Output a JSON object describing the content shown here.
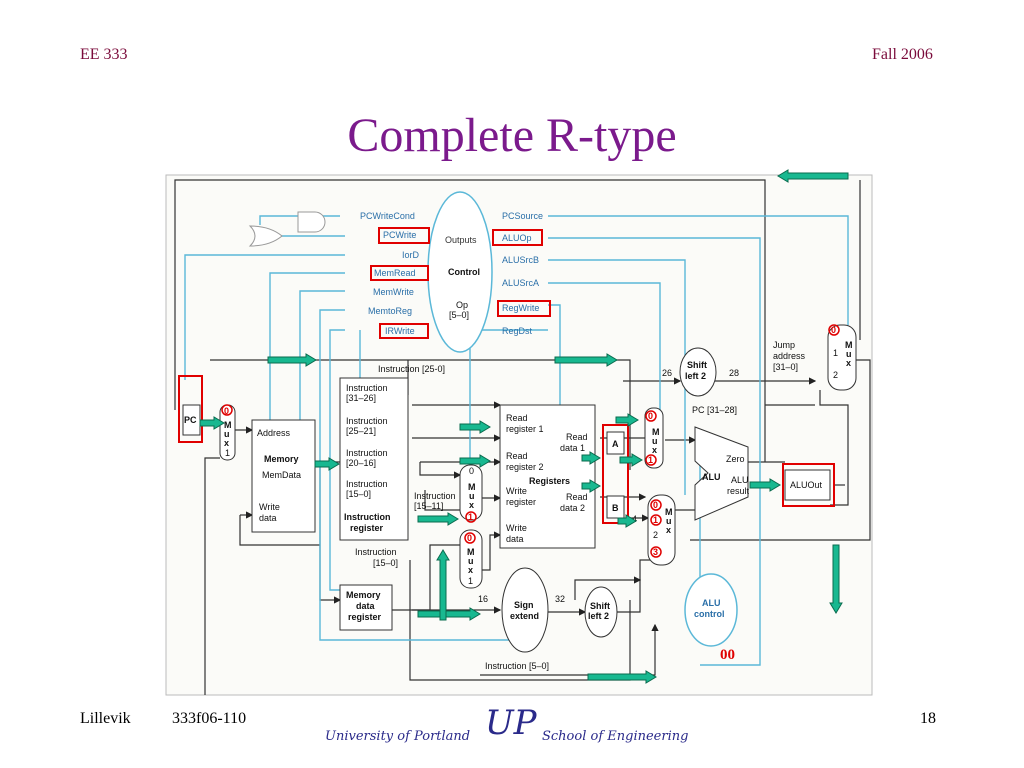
{
  "header": {
    "course": "EE 333",
    "term": "Fall 2006"
  },
  "title": "Complete R-type",
  "footer": {
    "author": "Lillevik",
    "code": "333f06-110",
    "university": "University of Portland",
    "logo": "UP",
    "school": "School of Engineering",
    "page": "18"
  },
  "control": {
    "left_signals": [
      "PCWriteCond",
      "PCWrite",
      "IorD",
      "MemRead",
      "MemWrite",
      "MemtoReg",
      "IRWrite"
    ],
    "right_signals": [
      "PCSource",
      "ALUOp",
      "ALUSrcB",
      "ALUSrcA",
      "RegWrite",
      "RegDst"
    ],
    "outputs": "Outputs",
    "control": "Control",
    "op": "Op",
    "op_bits": "[5–0]"
  },
  "datapath": {
    "pc": "PC",
    "mux": [
      "M",
      "u",
      "x"
    ],
    "address": "Address",
    "memory": "Memory",
    "memdata": "MemData",
    "write_data": [
      "Write",
      "data"
    ],
    "instr_25_0": "Instruction [25-0]",
    "instr_31_26": [
      "Instruction",
      "[31–26]"
    ],
    "instr_25_21": [
      "Instruction",
      "[25–21]"
    ],
    "instr_20_16": [
      "Instruction",
      "[20–16]"
    ],
    "instr_15_0": [
      "Instruction",
      "[15–0]"
    ],
    "instr_reg": [
      "Instruction",
      "register"
    ],
    "instr_15_11": [
      "Instruction",
      "[15–11]"
    ],
    "instr_15_0b": [
      "Instruction",
      "[15–0]"
    ],
    "mdr": [
      "Memory",
      "data",
      "register"
    ],
    "read_reg1": [
      "Read",
      "register 1"
    ],
    "read_reg2": [
      "Read",
      "register 2"
    ],
    "registers": "Registers",
    "write_reg": [
      "Write",
      "register"
    ],
    "write_data_reg": [
      "Write",
      "data"
    ],
    "read_data1": [
      "Read",
      "data 1"
    ],
    "read_data2": [
      "Read",
      "data 2"
    ],
    "a": "A",
    "b": "B",
    "four": "4",
    "sign_extend": [
      "Sign",
      "extend"
    ],
    "shift_left2": [
      "Shift",
      "left 2"
    ],
    "shift_left2_top": [
      "Shift",
      "left 2"
    ],
    "jump_address": [
      "Jump",
      "address",
      "[31–0]"
    ],
    "pc_31_28": "PC [31–28]",
    "alu": "ALU",
    "zero": "Zero",
    "alu_result": [
      "ALU",
      "result"
    ],
    "aluout": "ALUOut",
    "alu_control": [
      "ALU",
      "control"
    ],
    "instr_5_0": "Instruction [5–0]",
    "w16": "16",
    "w32": "32",
    "w26": "26",
    "w28": "28",
    "mux_inputs": {
      "zero": "0",
      "one": "1",
      "two": "2",
      "three": "3"
    },
    "aluop_value": "00"
  },
  "colors": {
    "control_line": "#5bb8d8",
    "highlight": "#e00000",
    "arrow_fill": "#18b890",
    "arrow_stroke": "#0a6b4e",
    "title": "#7b1a8c",
    "header": "#7a0a3a"
  }
}
